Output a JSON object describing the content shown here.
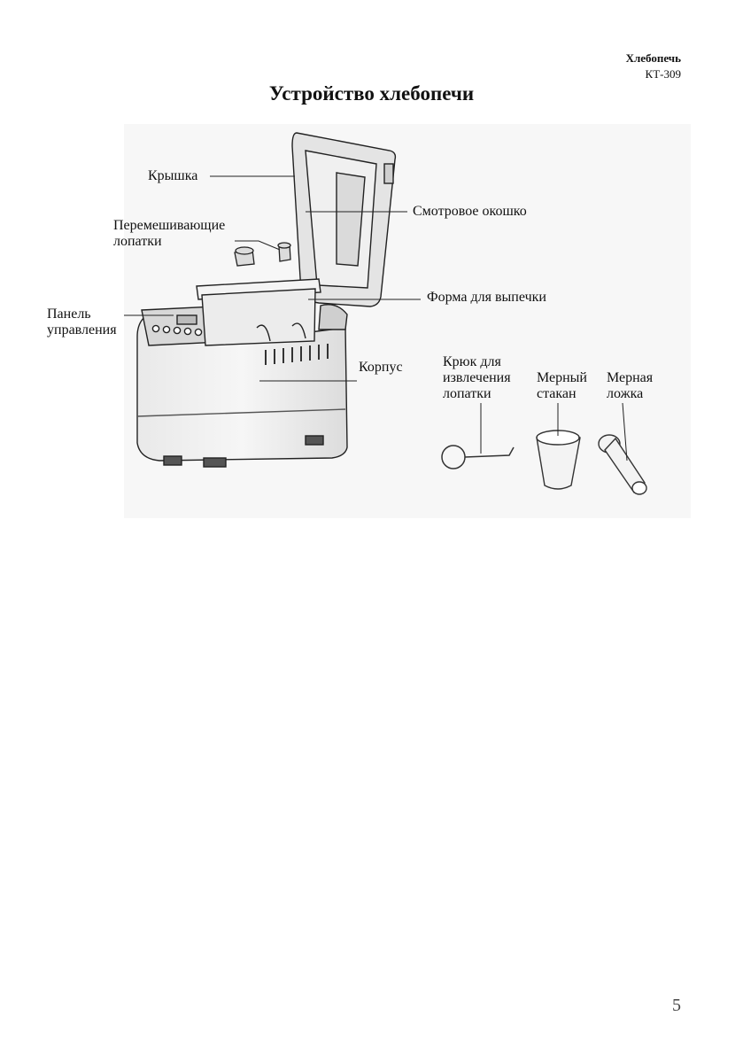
{
  "header": {
    "product": "Хлебопечь",
    "model": "КТ-309"
  },
  "title": "Устройство хлебопечи",
  "labels": {
    "lid": "Крышка",
    "window": "Смотровое окошко",
    "paddles_1": "Перемешивающие",
    "paddles_2": "лопатки",
    "pan": "Форма для выпечки",
    "panel_1": "Панель",
    "panel_2": "управления",
    "body": "Корпус",
    "hook_1": "Крюк для",
    "hook_2": "извлечения",
    "hook_3": "лопатки",
    "cup_1": "Мерный",
    "cup_2": "стакан",
    "spoon_1": "Мерная",
    "spoon_2": "ложка"
  },
  "page_number": "5"
}
